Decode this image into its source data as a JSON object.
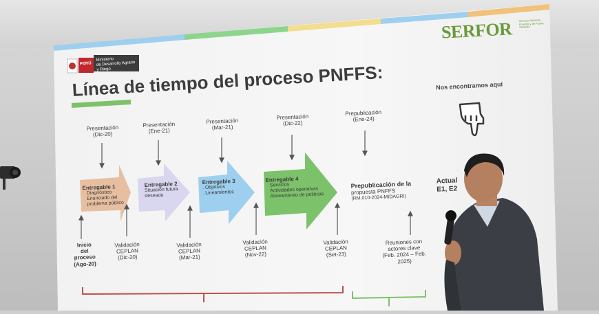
{
  "header": {
    "ministry_line1": "Ministerio",
    "ministry_line2": "de Desarrollo Agrario",
    "ministry_line3": "y Riego",
    "peru_label": "PERÚ",
    "serfor_logo": "SERFOR",
    "serfor_sub": "Servicio Nacional Forestal y de Fauna Silvestre"
  },
  "slide": {
    "title": "Línea de tiempo del proceso PNFFS:",
    "here_label": "Nos encontramos aquí",
    "top_events": [
      {
        "label": "Presentación",
        "date": "(Dic-20)"
      },
      {
        "label": "Presentación",
        "date": "(Ene-21)"
      },
      {
        "label": "Presentación",
        "date": "(Mar-21)"
      },
      {
        "label": "Presentación",
        "date": "(Dic-22)"
      },
      {
        "label": "Prepublicación",
        "date": "(Ene-24)"
      }
    ],
    "stages": [
      {
        "title": "Entregable 1",
        "items": [
          "Diagnóstico",
          "Enunciado del",
          "problema público"
        ]
      },
      {
        "title": "Entregable 2",
        "items": [
          "Situación futura",
          "deseada"
        ]
      },
      {
        "title": "Entregable 3",
        "items": [
          ". Objetivos",
          ". Lineamientos"
        ]
      },
      {
        "title": "Entregable 4",
        "items": [
          "Servicios",
          "Actividades operativas",
          "Alineamiento de políticas"
        ]
      }
    ],
    "prepub": {
      "title": "Prepublicación de la",
      "line2": "propuesta PNFFS",
      "line3": "(RM.010-2024-MIDAGRI)"
    },
    "actual": {
      "line1": "Actual",
      "line2": "E1, E2"
    },
    "bottom_events": [
      {
        "line1": "Inicio",
        "line2": "del",
        "line3": "proceso",
        "line4": "(Ago-20)"
      },
      {
        "line1": "Validación",
        "line2": "CEPLAN",
        "line3": "(Dic-20)"
      },
      {
        "line1": "Validación",
        "line2": "CEPLAN",
        "line3": "(Mar-21)"
      },
      {
        "line1": "Validación",
        "line2": "CEPLAN",
        "line3": "(Nov-22)"
      },
      {
        "line1": "Validación",
        "line2": "CEPLAN",
        "line3": "(Set-23)"
      },
      {
        "line1": "Reuniones con",
        "line2": "actores clave",
        "line3": "(Feb. 2024 – Feb.",
        "line4": "2025)"
      }
    ]
  },
  "colors": {
    "green": "#7cc26a",
    "blue": "#9ecfef",
    "tan": "#e7bfa0",
    "lavender": "#d9d6ef",
    "logo_green": "#6a9a3a"
  },
  "icons": {
    "hand": "pointing-hand-icon",
    "coat_of_arms": "coat-of-arms-icon"
  }
}
